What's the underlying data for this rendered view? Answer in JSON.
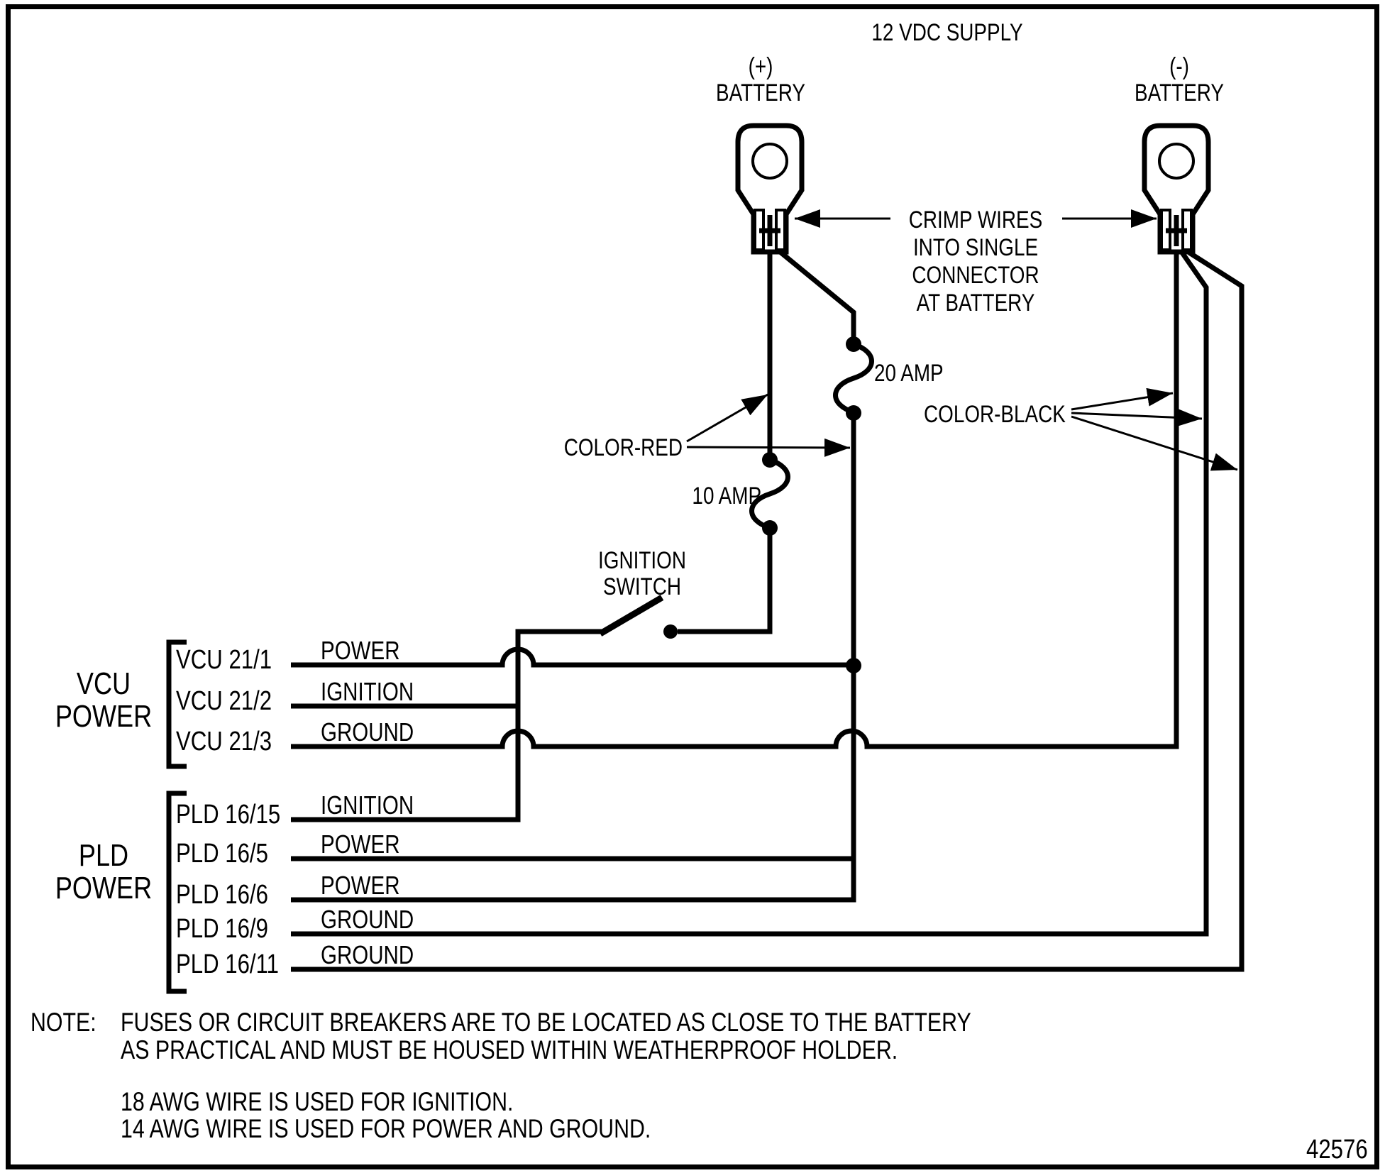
{
  "title": "12 VDC SUPPLY",
  "battery": {
    "positive": {
      "polarity": "(+)",
      "label": "BATTERY"
    },
    "negative": {
      "polarity": "(-)",
      "label": "BATTERY"
    }
  },
  "annotations": {
    "crimp_note": {
      "lines": [
        "CRIMP WIRES",
        "INTO SINGLE",
        "CONNECTOR",
        "AT BATTERY"
      ]
    },
    "fuse_20a": "20 AMP",
    "fuse_10a": "10 AMP",
    "wire_red": "COLOR-RED",
    "wire_black": "COLOR-BLACK",
    "ignition_switch": {
      "lines": [
        "IGNITION",
        "SWITCH"
      ]
    }
  },
  "sections": {
    "vcu": {
      "label_lines": [
        "VCU",
        "POWER"
      ],
      "rows": [
        {
          "pin": "VCU 21/1",
          "signal": "POWER"
        },
        {
          "pin": "VCU 21/2",
          "signal": "IGNITION"
        },
        {
          "pin": "VCU 21/3",
          "signal": "GROUND"
        }
      ]
    },
    "pld": {
      "label_lines": [
        "PLD",
        "POWER"
      ],
      "rows": [
        {
          "pin": "PLD 16/15",
          "signal": "IGNITION"
        },
        {
          "pin": "PLD 16/5",
          "signal": "POWER"
        },
        {
          "pin": "PLD 16/6",
          "signal": "POWER"
        },
        {
          "pin": "PLD 16/9",
          "signal": "GROUND"
        },
        {
          "pin": "PLD 16/11",
          "signal": "GROUND"
        }
      ]
    }
  },
  "note": {
    "prefix": "NOTE:",
    "line1": "FUSES OR CIRCUIT BREAKERS ARE TO BE LOCATED AS CLOSE TO THE BATTERY",
    "line2": "AS PRACTICAL AND MUST BE HOUSED WITHIN WEATHERPROOF HOLDER.",
    "line3": "18 AWG WIRE IS USED FOR IGNITION.",
    "line4": "14 AWG WIRE IS USED FOR POWER AND GROUND."
  },
  "figure_number": "42576",
  "colors": {
    "ink": "#000000",
    "background": "#ffffff"
  }
}
